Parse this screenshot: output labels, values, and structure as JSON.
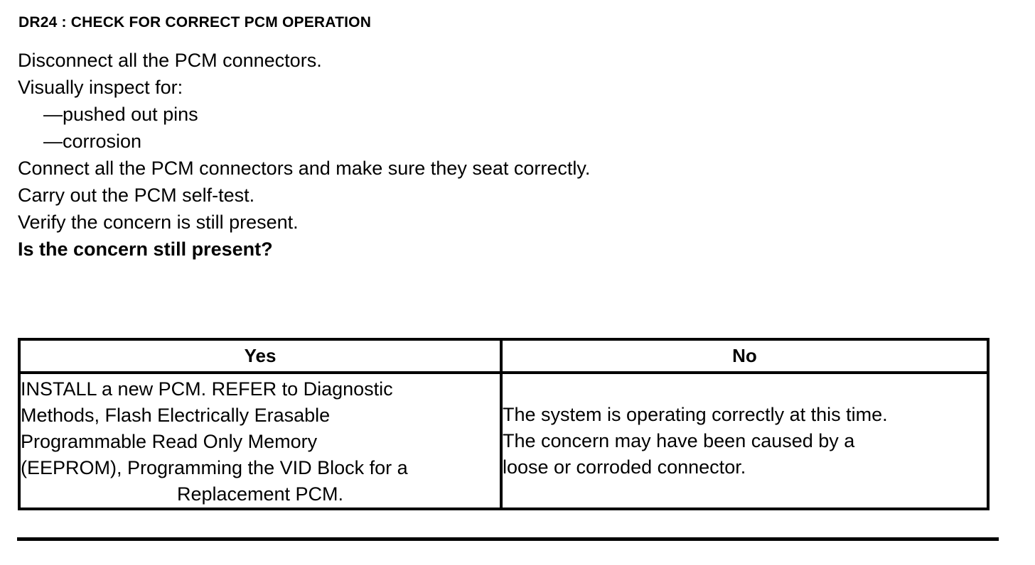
{
  "page": {
    "step_title": "DR24 : CHECK FOR CORRECT PCM OPERATION",
    "instructions": [
      {
        "text": "Disconnect all the PCM connectors.",
        "bold": false,
        "sub": false
      },
      {
        "text": "Visually inspect for:",
        "bold": false,
        "sub": false
      },
      {
        "text": "—pushed out pins",
        "bold": false,
        "sub": true
      },
      {
        "text": "—corrosion",
        "bold": false,
        "sub": true
      },
      {
        "text": "Connect all the PCM connectors and make sure they seat correctly.",
        "bold": false,
        "sub": false
      },
      {
        "text": "Carry out the PCM self-test.",
        "bold": false,
        "sub": false
      },
      {
        "text": "Verify the concern is still present.",
        "bold": false,
        "sub": false
      },
      {
        "text": "Is the concern still present?",
        "bold": true,
        "sub": false
      }
    ],
    "decision_table": {
      "headers": {
        "yes": "Yes",
        "no": "No"
      },
      "yes_cell": {
        "lines": [
          "INSTALL a new PCM. REFER to Diagnostic",
          "Methods, Flash Electrically Erasable",
          "Programmable Read Only Memory",
          "(EEPROM), Programming the VID Block for a"
        ],
        "centered_line": "Replacement PCM."
      },
      "no_cell": {
        "lines": [
          "The system is operating correctly at this time.",
          "The concern may have been caused by a",
          "loose or corroded connector."
        ]
      }
    },
    "colors": {
      "text": "#000000",
      "background": "#ffffff",
      "rule": "#000000"
    }
  }
}
